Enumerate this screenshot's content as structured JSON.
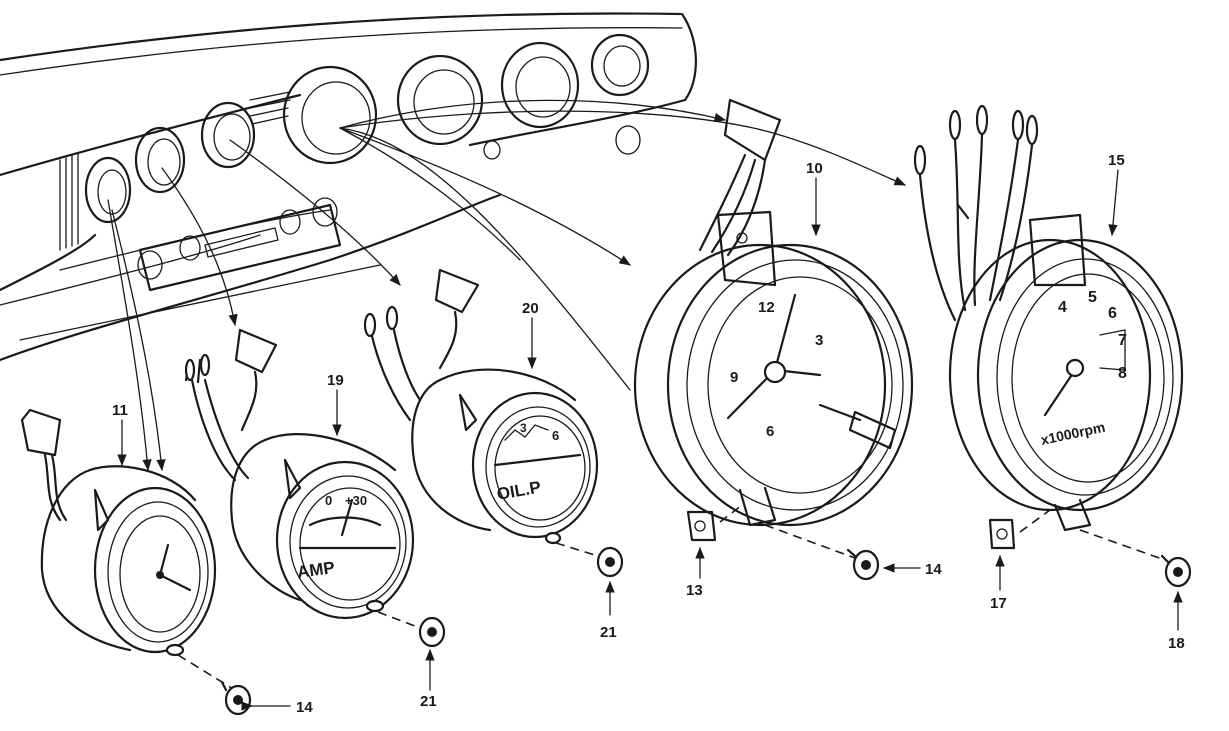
{
  "callouts": {
    "c10": "10",
    "c11": "11",
    "c13": "13",
    "c14a": "14",
    "c14b": "14",
    "c15": "15",
    "c17": "17",
    "c18": "18",
    "c19": "19",
    "c20": "20",
    "c21a": "21",
    "c21b": "21"
  },
  "dials": {
    "amp_label": "AMP",
    "amp_scale": "+30",
    "amp_zero": "0",
    "oil_label": "OIL.P",
    "oil_mid": "3",
    "oil_max": "6",
    "tach_unit": "x1000rpm",
    "tach_n4": "4",
    "tach_n5": "5",
    "tach_n6": "6",
    "tach_n7": "7",
    "tach_n8": "8",
    "clock_12": "12",
    "clock_3": "3",
    "clock_6": "6",
    "clock_9": "9"
  }
}
